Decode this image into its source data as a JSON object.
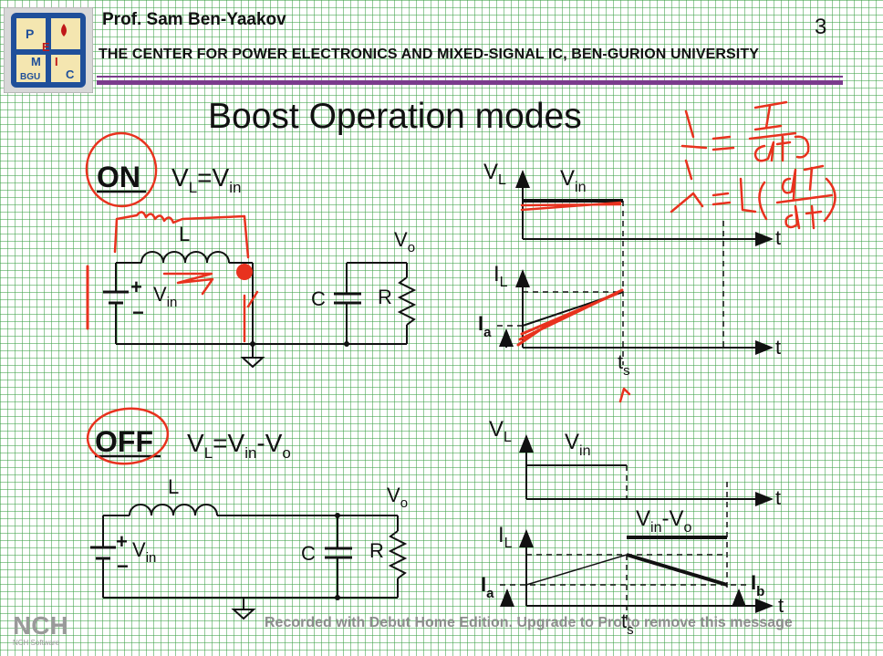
{
  "header": {
    "author": "Prof. Sam Ben-Yaakov",
    "page_number": "3",
    "center_name": "THE CENTER FOR POWER ELECTRONICS AND MIXED-SIGNAL IC, BEN-GURION UNIVERSITY",
    "logo_letters": [
      "P",
      "E",
      "M",
      "I",
      "C"
    ],
    "logo_text": "BGU"
  },
  "slide": {
    "title": "Boost  Operation modes"
  },
  "on_mode": {
    "label": "ON",
    "eq_main": "V",
    "eq_sub": "L",
    "eq_rhs": "=V",
    "eq_rhs_sub": "in",
    "circuit": {
      "inductor": "L",
      "source": "V",
      "source_sub": "in",
      "plus": "+",
      "minus": "−",
      "capacitor": "C",
      "resistor": "R",
      "output": "V",
      "output_sub": "o"
    },
    "vl_graph": {
      "y_label": "V",
      "y_sub": "L",
      "level": "V",
      "level_sub": "in",
      "x_label": "t"
    },
    "il_graph": {
      "y_label": "I",
      "y_sub": "L",
      "start_label": "I",
      "start_sub": "a",
      "x_label": "t",
      "switch_label": "t",
      "switch_sub": "s"
    }
  },
  "off_mode": {
    "label": "OFF",
    "eq_main": "V",
    "eq_sub": "L",
    "eq_rhs": "=V",
    "eq_rhs_sub": "in",
    "eq_tail": "-V",
    "eq_tail_sub": "o",
    "circuit": {
      "inductor": "L",
      "source": "V",
      "source_sub": "in",
      "plus": "+",
      "minus": "−",
      "capacitor": "C",
      "resistor": "R",
      "output": "V",
      "output_sub": "o"
    },
    "vl_graph": {
      "y_label": "V",
      "y_sub": "L",
      "level1": "V",
      "level1_sub": "in",
      "level2": "V",
      "level2_sub": "in",
      "level2_tail": "-V",
      "level2_tail_sub": "o",
      "x_label": "t"
    },
    "il_graph": {
      "y_label": "I",
      "y_sub": "L",
      "start_label": "I",
      "start_sub": "a",
      "end_label": "I",
      "end_sub": "b",
      "x_label": "t",
      "switch_label": "t",
      "switch_sub": "s"
    }
  },
  "watermark": "Recorded with Debut Home Edition. Upgrade to Pro to remove this message",
  "nch_logo": {
    "text": "NCH",
    "subtext": "NCH Software"
  },
  "colors": {
    "grid": "#3ca046",
    "rule": "#7a3b8c",
    "ink": "#111111",
    "annotation": "#e8321e",
    "logo_bg": "#1f4f9a"
  }
}
